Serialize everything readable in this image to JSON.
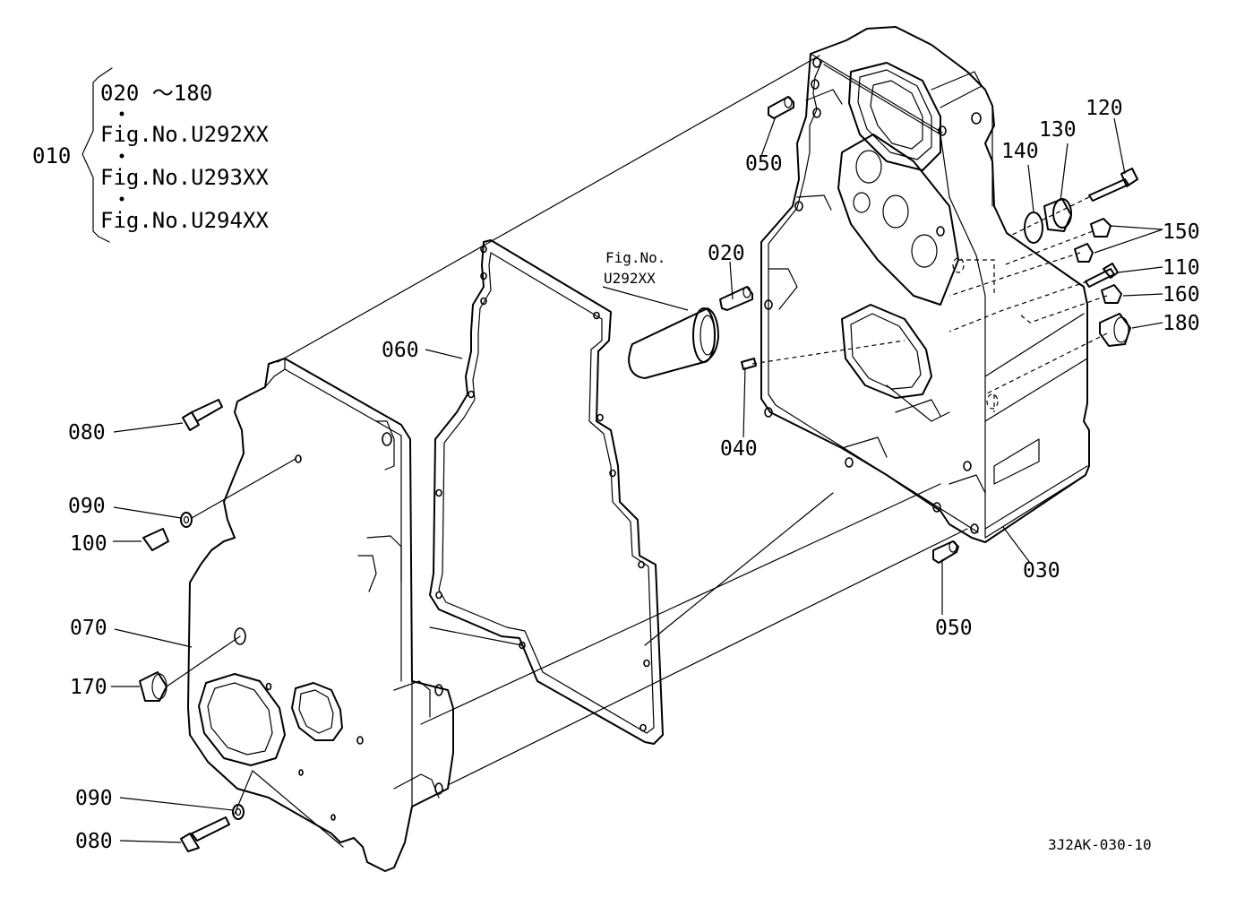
{
  "drawing_code": "3J2AK-030-10",
  "legend": {
    "assembly_ref": "010",
    "lines": [
      "020 ～180",
      "Fig.No.U292XX",
      "Fig.No.U293XX",
      "Fig.No.U294XX"
    ]
  },
  "callout_fig": {
    "line1": "Fig.No.",
    "line2": "U292XX"
  },
  "part_labels": {
    "p020": "020",
    "p030": "030",
    "p040": "040",
    "p050_top": "050",
    "p050_bottom": "050",
    "p060": "060",
    "p070": "070",
    "p080_top": "080",
    "p080_bottom": "080",
    "p090_top": "090",
    "p090_bottom": "090",
    "p100": "100",
    "p110": "110",
    "p120": "120",
    "p130": "130",
    "p140": "140",
    "p150": "150",
    "p160": "160",
    "p170": "170",
    "p180": "180"
  }
}
